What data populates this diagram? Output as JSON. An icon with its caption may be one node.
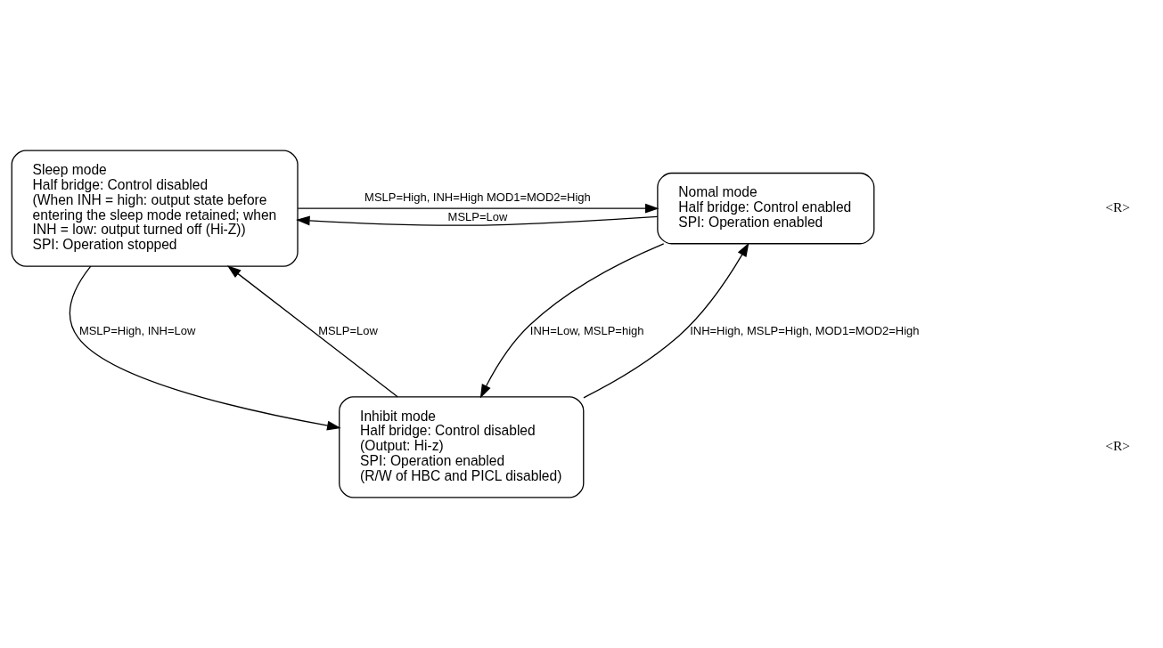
{
  "diagram": {
    "nodes": [
      {
        "text": [
          "Sleep mode",
          "Half bridge: Control disabled",
          "(When INH = high: output state before entering the sleep mode retained; when INH = low: output turned off (Hi-Z))",
          "SPI: Operation stopped"
        ]
      },
      {
        "text": [
          "Nomal mode",
          "Half bridge: Control enabled",
          "SPI: Operation enabled"
        ]
      },
      {
        "text": [
          "Inhibit mode",
          "Half bridge: Control disabled",
          "(Output: Hi-z)",
          "SPI: Operation enabled",
          "(R/W of HBC and PICL disabled)"
        ]
      }
    ],
    "edges": [
      {
        "from": 0,
        "to": 1,
        "arrow": "to",
        "label": "MSLP=High, INH=High MOD1=MOD2=High"
      },
      {
        "from": 1,
        "to": 0,
        "arrow": "to",
        "label": "MSLP=Low"
      },
      {
        "from": 0,
        "to": 2,
        "arrow": "to",
        "label": "MSLP=High, INH=Low"
      },
      {
        "from": 2,
        "to": 0,
        "arrow": "to",
        "label": "MSLP=Low"
      },
      {
        "from": 2,
        "to": 1,
        "arrow": "to",
        "label": "INH=High, MSLP=High, MOD1=MOD2=High"
      },
      {
        "from": 1,
        "to": 2,
        "arrow": "to",
        "label": "INH=Low, MSLP=high"
      }
    ],
    "labels": [
      "<R>",
      "<R>"
    ]
  }
}
